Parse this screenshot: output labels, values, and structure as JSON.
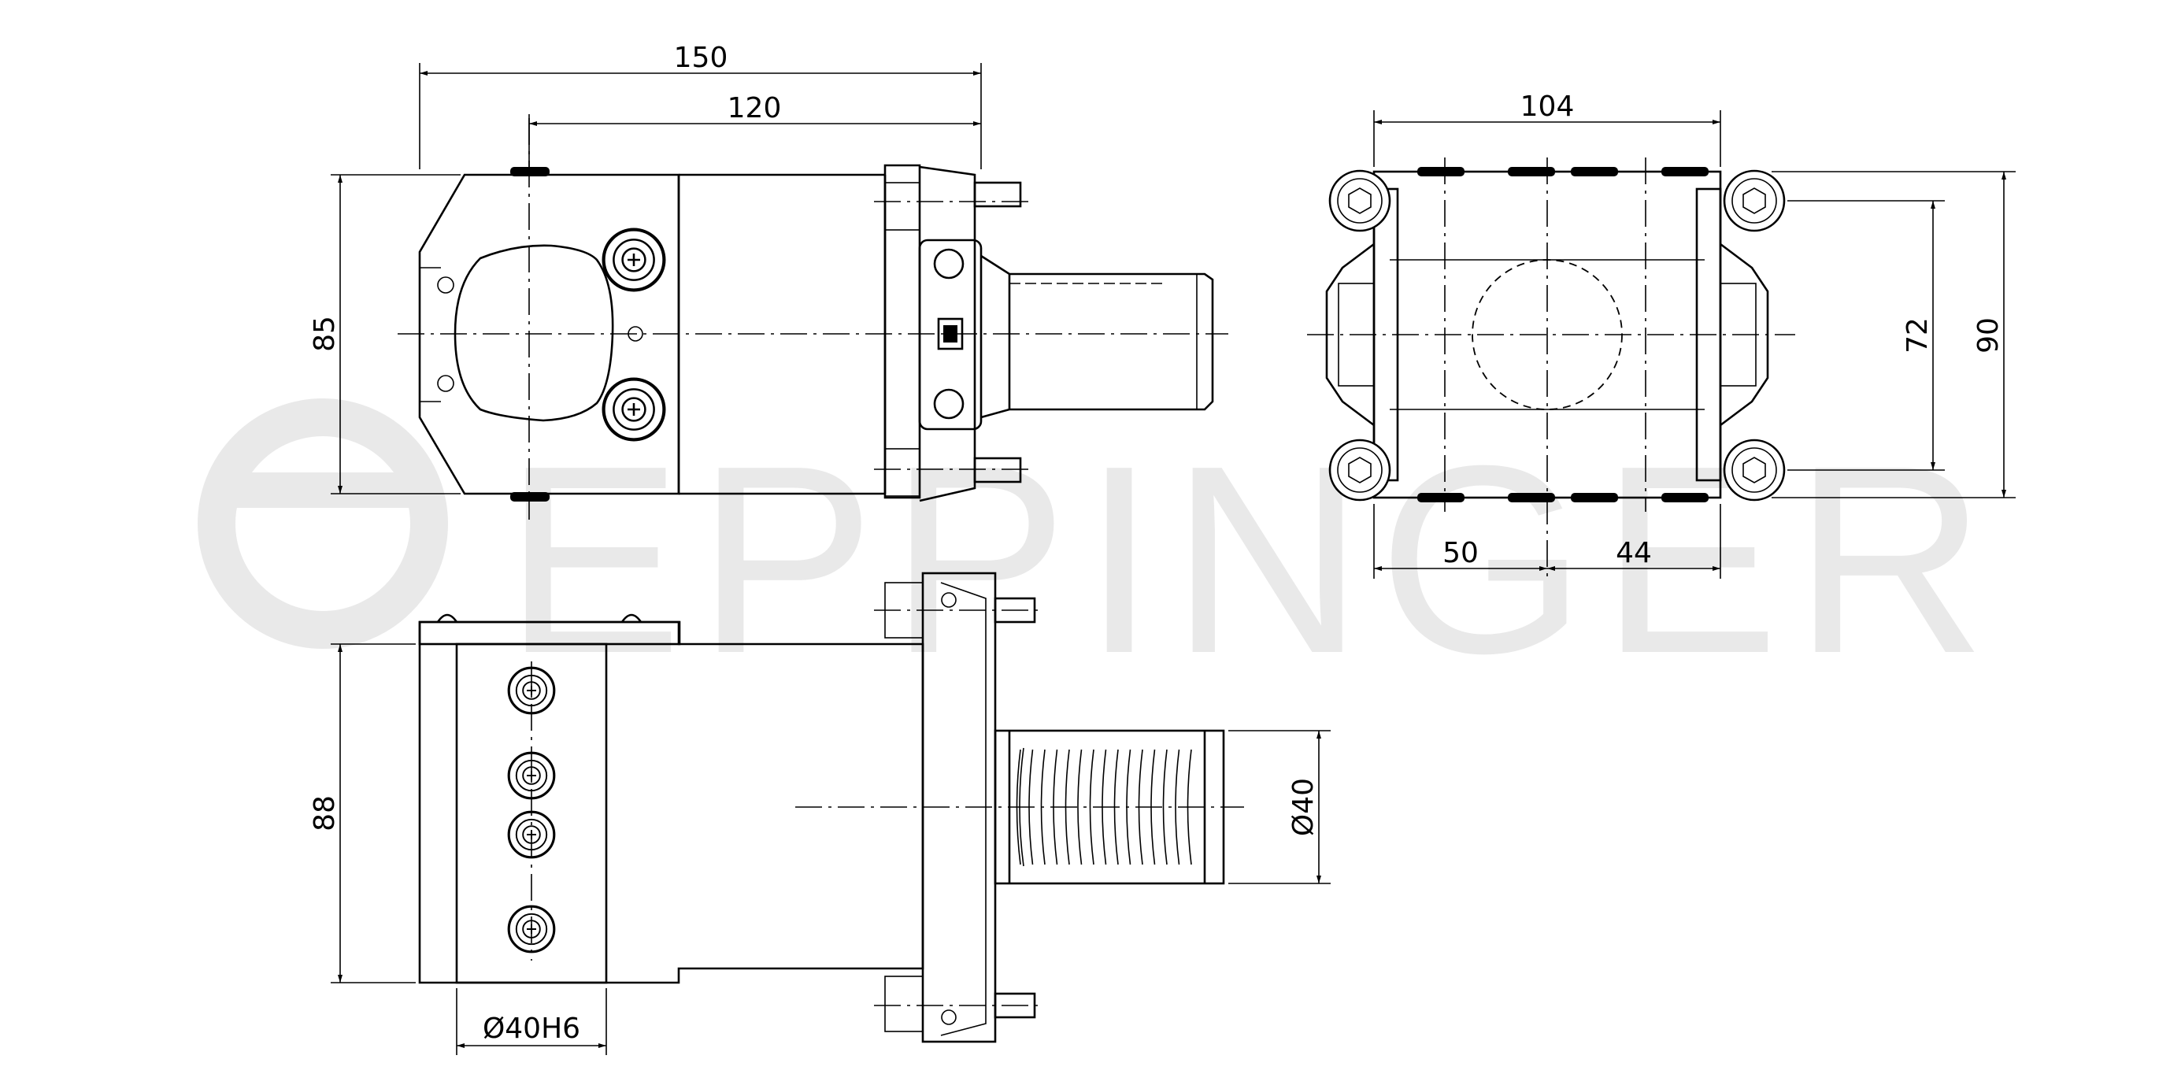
{
  "watermark": {
    "text": "EPPINGER"
  },
  "dimensions": {
    "overall_length": "150",
    "shank_length": "120",
    "height_front": "85",
    "end_width": "104",
    "end_height_inner": "72",
    "end_height_outer": "90",
    "end_offset_left": "50",
    "end_offset_right": "44",
    "bottom_height": "88",
    "shank_diameter": "Ø40",
    "bore_diameter": "Ø40H6"
  },
  "colors": {
    "line": "#000000",
    "watermark": "#e9e9e9",
    "background": "#ffffff"
  }
}
